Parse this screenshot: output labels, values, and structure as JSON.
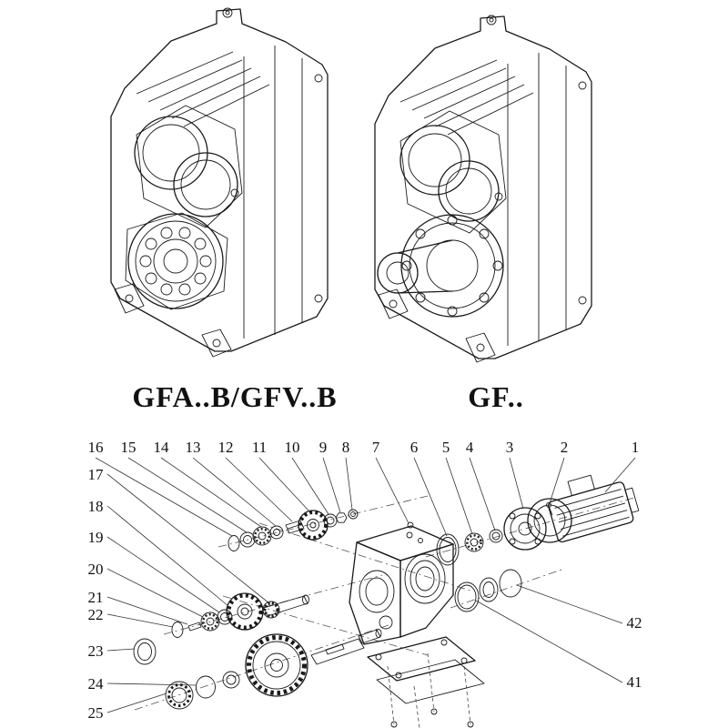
{
  "captions": {
    "left": "GFA..B/GFV..B",
    "right": "GF.."
  },
  "callouts": {
    "top": [
      "16",
      "15",
      "14",
      "13",
      "12",
      "11",
      "10",
      "9",
      "8",
      "7",
      "6",
      "5",
      "4",
      "3",
      "2",
      "1"
    ],
    "left": [
      "17",
      "18",
      "19",
      "20",
      "21",
      "22",
      "23",
      "24",
      "25"
    ],
    "right": [
      "42",
      "41"
    ]
  },
  "colors": {
    "line": "#1a1a1a",
    "leader": "#333333",
    "axis": "#555555",
    "background": "#ffffff"
  }
}
